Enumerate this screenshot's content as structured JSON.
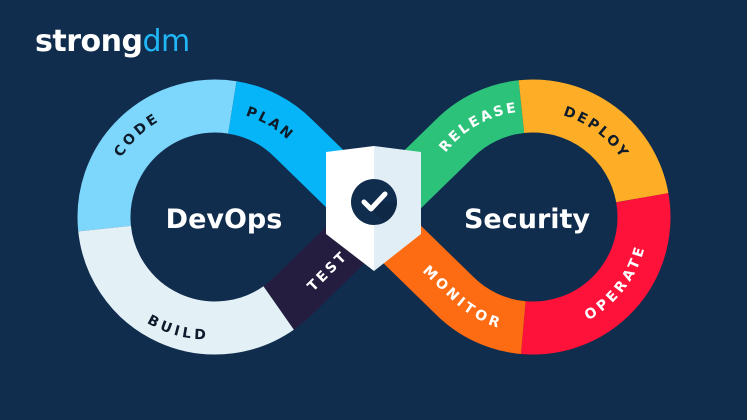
{
  "logo": {
    "part1": "strong",
    "part2": "dm"
  },
  "centers": {
    "left": "DevOps",
    "right": "Security"
  },
  "segments": [
    {
      "id": "code",
      "label": "CODE",
      "color": "#7dd6fb",
      "text_color": "#0d1b2a"
    },
    {
      "id": "plan",
      "label": "PLAN",
      "color": "#05b5f7",
      "text_color": "#0d1b2a"
    },
    {
      "id": "build",
      "label": "BUILD",
      "color": "#e3f0f6",
      "text_color": "#0d1b2a"
    },
    {
      "id": "test",
      "label": "TEST",
      "color": "#241d3f",
      "text_color": "#ffffff"
    },
    {
      "id": "release",
      "label": "RELEASE",
      "color": "#2dc27a",
      "text_color": "#ffffff"
    },
    {
      "id": "deploy",
      "label": "DEPLOY",
      "color": "#fdae26",
      "text_color": "#0d1b2a"
    },
    {
      "id": "operate",
      "label": "OPERATE",
      "color": "#fe1239",
      "text_color": "#ffffff"
    },
    {
      "id": "monitor",
      "label": "MONITOR",
      "color": "#fd6c12",
      "text_color": "#ffffff"
    }
  ],
  "shield": {
    "icon": "check-icon",
    "colors": {
      "left": "#ffffff",
      "right": "#e2eef5",
      "badge": "#112d4e"
    }
  },
  "colors": {
    "background": "#112d4e",
    "brand_accent": "#21b6f5"
  }
}
